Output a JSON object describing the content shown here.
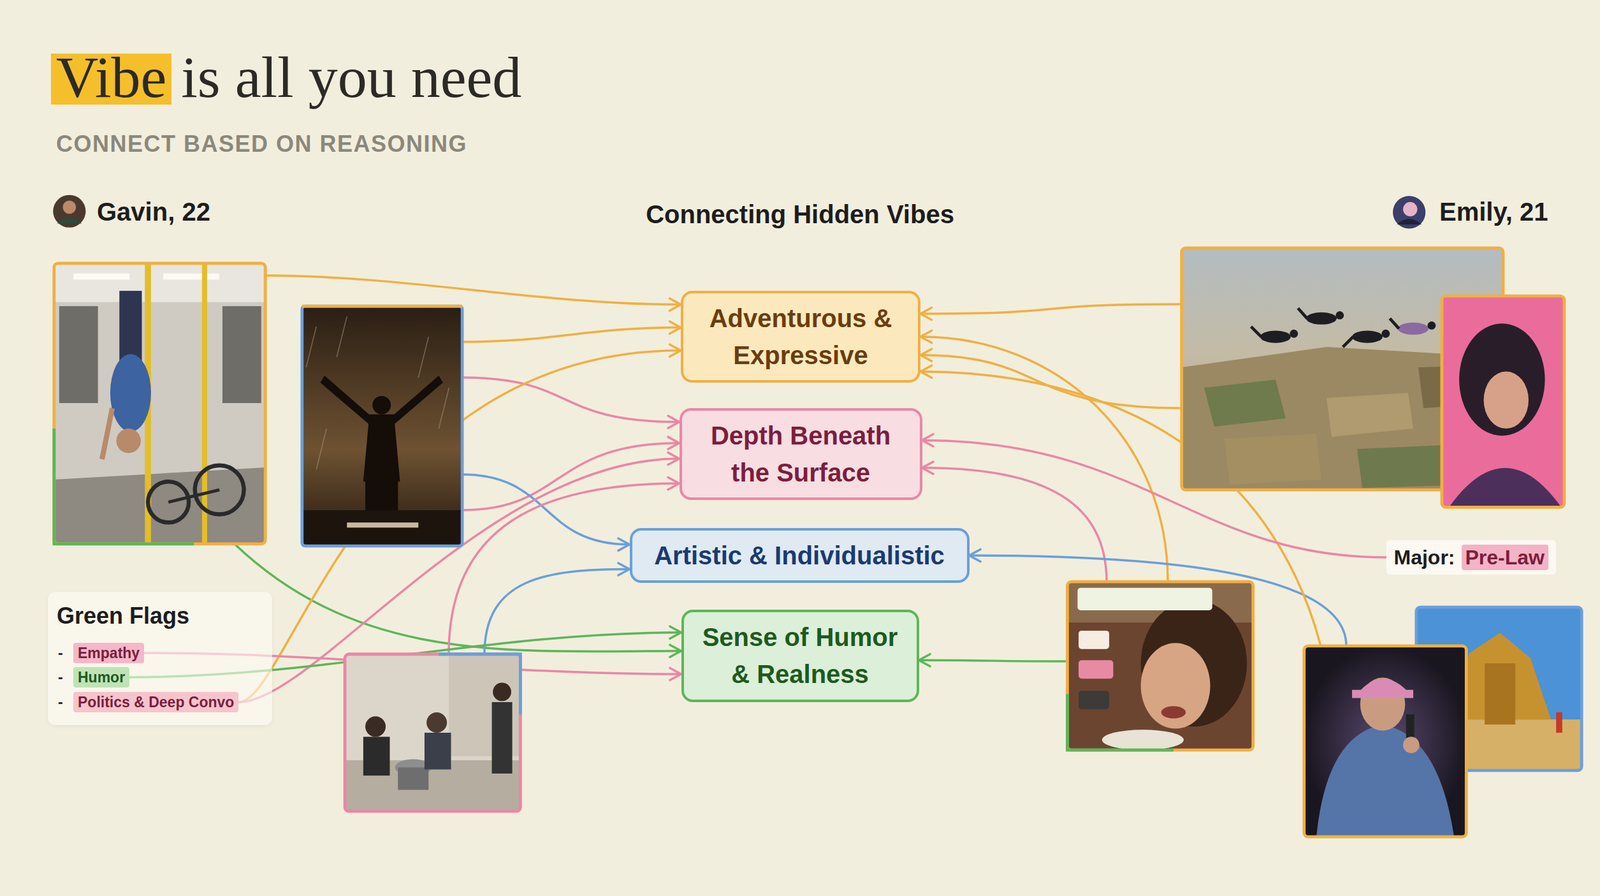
{
  "diagram": {
    "title": "Vibe is all you need",
    "nodes": [
      {
        "text": [
          "Adventurous & Expressive"
        ]
      },
      {
        "text": [
          "Depth Beneath the Surface"
        ]
      },
      {
        "text": [
          "Artistic & Individualistic"
        ]
      },
      {
        "text": [
          "Sense of Humor & Realness"
        ]
      },
      {
        "text": [
          "Major:",
          "Pre-Law"
        ]
      },
      {
        "text": [
          "Green Flags"
        ]
      },
      {
        "text": [
          "Empathy"
        ],
        "in": 5
      },
      {
        "text": [
          "Humor"
        ],
        "in": 5
      },
      {
        "text": [
          "Politics & Deep Convo"
        ],
        "in": 5
      }
    ],
    "edges": [
      {
        "from": 8,
        "to": 0,
        "arrow": "to"
      },
      {
        "from": 8,
        "to": 1,
        "arrow": "to"
      },
      {
        "from": 6,
        "to": 3,
        "arrow": "to"
      },
      {
        "from": 7,
        "to": 3,
        "arrow": "to"
      },
      {
        "from": 4,
        "to": 1,
        "arrow": "to"
      }
    ],
    "labels": [
      "CONNECT BASED ON REASONING",
      "Gavin, 22",
      "Connecting Hidden Vibes",
      "Emily, 21",
      "-",
      "-",
      "-"
    ]
  }
}
